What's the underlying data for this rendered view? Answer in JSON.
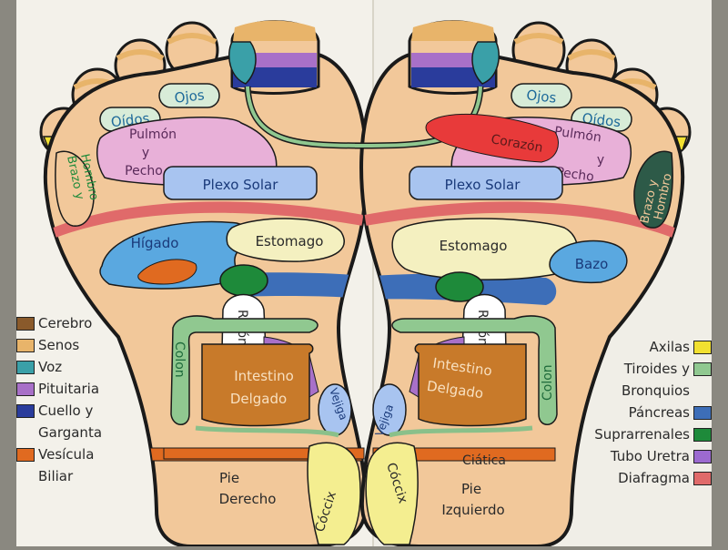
{
  "colors": {
    "cerebro": "#8a5a2b",
    "senos": "#e8b46a",
    "voz": "#3aa0a8",
    "pituitaria": "#a870c8",
    "cuello": "#2a3c9c",
    "vesicula": "#e06a20",
    "axilas": "#f2e030",
    "tiroides": "#90c890",
    "pancreas": "#3d6eb8",
    "suprarrenales": "#1e8a3a",
    "tubo": "#9c6ad0",
    "diafragma": "#e06a6a",
    "skin": "#f2c89a"
  },
  "left_foot": {
    "organs": {
      "oidos": "Oídos",
      "ojos": "Ojos",
      "pulmon": [
        "Pulmón",
        "y",
        "Pecho"
      ],
      "brazo": [
        "Brazo y",
        "Hombro"
      ],
      "plexo": "Plexo Solar",
      "higado": "Hígado",
      "estomago": "Estomago",
      "rinon": "Riñón",
      "colon": "Colon",
      "intestino": [
        "Intestino",
        "Delgado"
      ],
      "vejiga": "Vejiga",
      "pie": [
        "Pie",
        "Derecho"
      ],
      "coccix": "Cóccix"
    }
  },
  "right_foot": {
    "organs": {
      "ojos": "Ojos",
      "oidos": "Oídos",
      "corazon": "Corazón",
      "pulmon": [
        "Pulmón",
        "y",
        "Pecho"
      ],
      "brazo": [
        "Brazo y",
        "Hombro"
      ],
      "plexo": "Plexo Solar",
      "estomago": "Estomago",
      "bazo": "Bazo",
      "rinon": "Riñón",
      "colon": "Colon",
      "intestino": [
        "Intestino",
        "Delgado"
      ],
      "vejiga": "Vejiga",
      "ciatica": "Ciática",
      "pie": [
        "Pie",
        "Izquierdo"
      ],
      "coccix": "Cóccix"
    }
  },
  "legend_left": [
    {
      "lines": [
        "Cerebro"
      ],
      "color": "#8a5a2b"
    },
    {
      "lines": [
        "Senos"
      ],
      "color": "#e8b46a"
    },
    {
      "lines": [
        "Voz"
      ],
      "color": "#3aa0a8"
    },
    {
      "lines": [
        "Pituitaria"
      ],
      "color": "#a870c8"
    },
    {
      "lines": [
        "Cuello y",
        "Garganta"
      ],
      "color": "#2a3c9c"
    },
    {
      "lines": [
        "Vesícula",
        "Biliar"
      ],
      "color": "#e06a20"
    }
  ],
  "legend_right": [
    {
      "lines": [
        "Axilas"
      ],
      "color": "#f2e030"
    },
    {
      "lines": [
        "Tiroides y",
        "Bronquios"
      ],
      "color": "#90c890"
    },
    {
      "lines": [
        "Páncreas"
      ],
      "color": "#3d6eb8"
    },
    {
      "lines": [
        "Suprarrenales"
      ],
      "color": "#1e8a3a"
    },
    {
      "lines": [
        "Tubo Uretra"
      ],
      "color": "#9c6ad0"
    },
    {
      "lines": [
        "Diafragma"
      ],
      "color": "#e06a6a"
    }
  ]
}
